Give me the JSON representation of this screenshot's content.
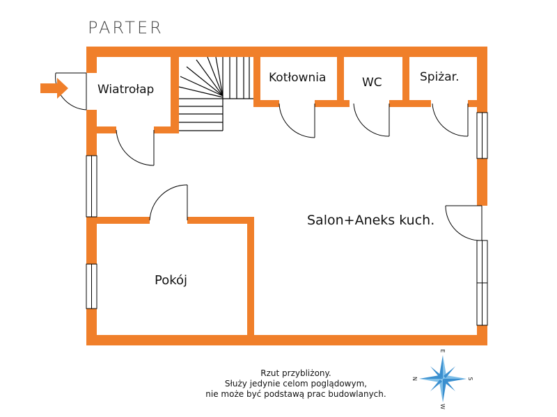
{
  "plan": {
    "title": "PARTER",
    "colors": {
      "wall": "#f07f2a",
      "compass": "#3a8fcf",
      "arrow": "#f07f2a"
    }
  },
  "rooms": {
    "vestibule": "Wiatrołap",
    "boiler_room": "Kotłownia",
    "wc": "WC",
    "pantry": "Spiżar.",
    "living_kitchen": "Salon+Aneks kuch.",
    "room": "Pokój"
  },
  "note": {
    "line1": "Rzut przybliżony.",
    "line2": "Służy jedynie celom poglądowym,",
    "line3": "nie może być podstawą prac budowlanych."
  },
  "compass": {
    "n": "N",
    "e": "E",
    "s": "S",
    "w": "W"
  }
}
